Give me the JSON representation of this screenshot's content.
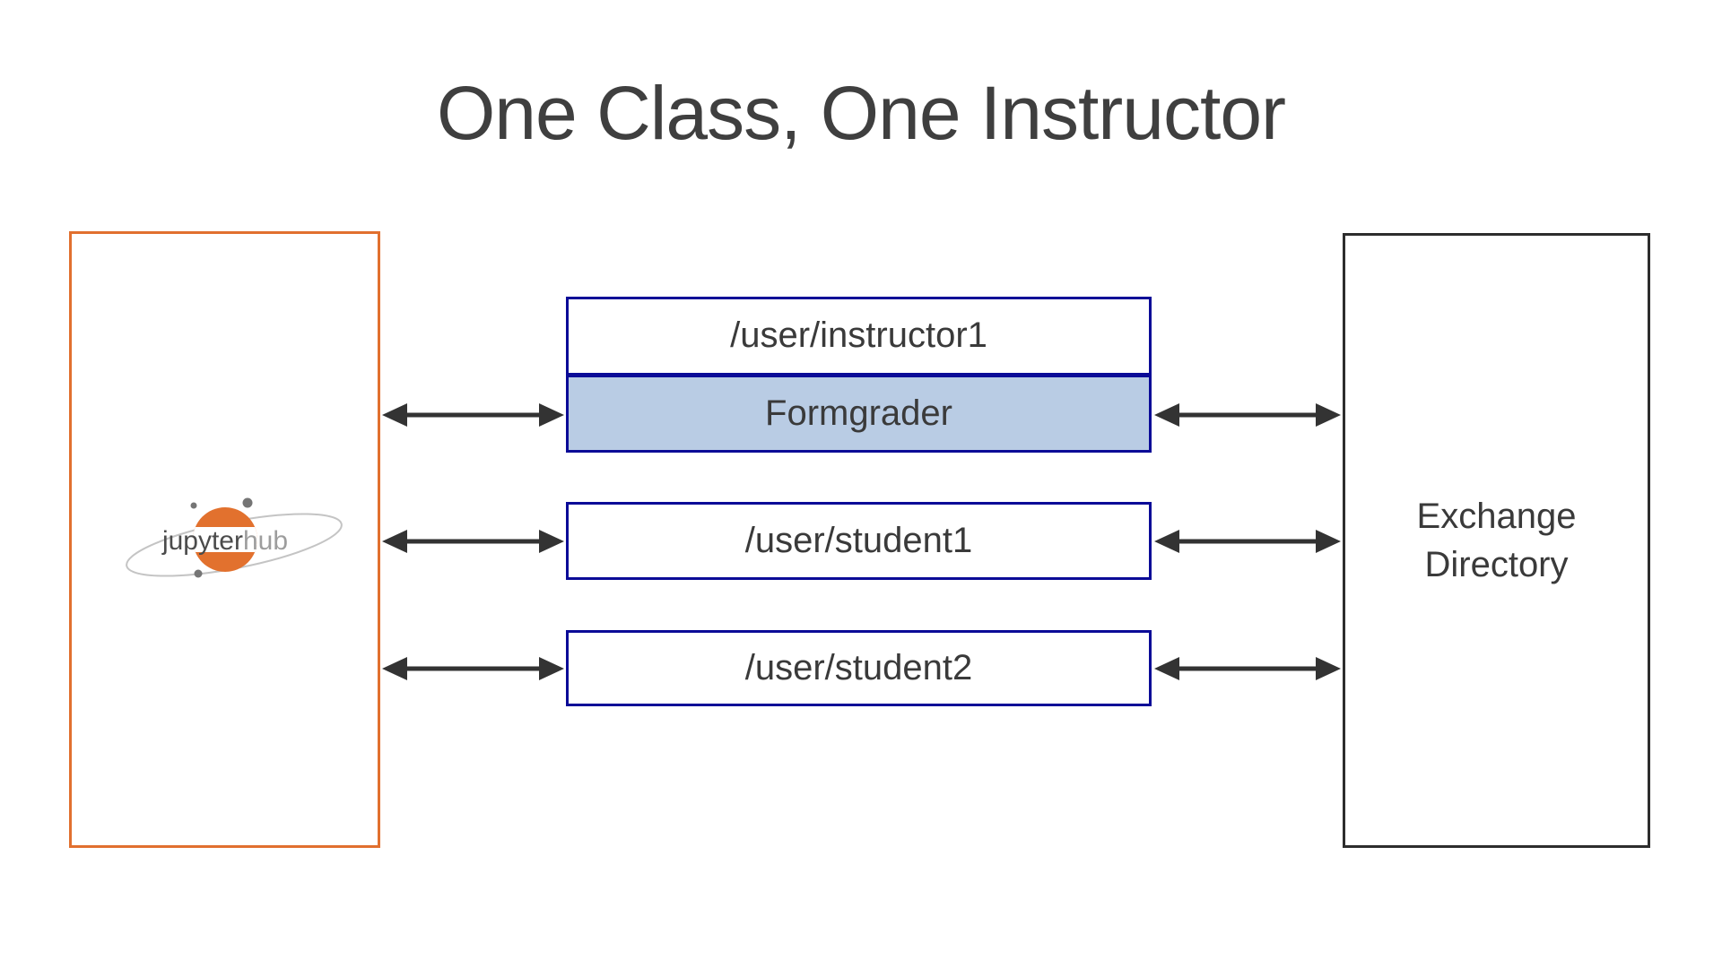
{
  "title": "One Class, One Instructor",
  "colors": {
    "title-text": "#3f3f3f",
    "label-text": "#3a3a3a",
    "hub-border": "#e1702f",
    "node-border": "#0b0b97",
    "formgrader-fill": "#b9cce4",
    "exchange-border": "#2d2d2d",
    "arrow": "#333333",
    "logo-orange": "#e2712e",
    "logo-jupyter-text": "#4b4b4b",
    "logo-hub-text": "#9d9d9d",
    "logo-orbit": "#c4c4c4",
    "logo-dot": "#757575"
  },
  "hub": {
    "logo_jupyter": "jupyter",
    "logo_hub": "hub"
  },
  "user_servers": [
    {
      "label": "/user/instructor1",
      "sublabel": "Formgrader"
    },
    {
      "label": "/user/student1"
    },
    {
      "label": "/user/student2"
    }
  ],
  "exchange": {
    "line1": "Exchange",
    "line2": "Directory"
  }
}
